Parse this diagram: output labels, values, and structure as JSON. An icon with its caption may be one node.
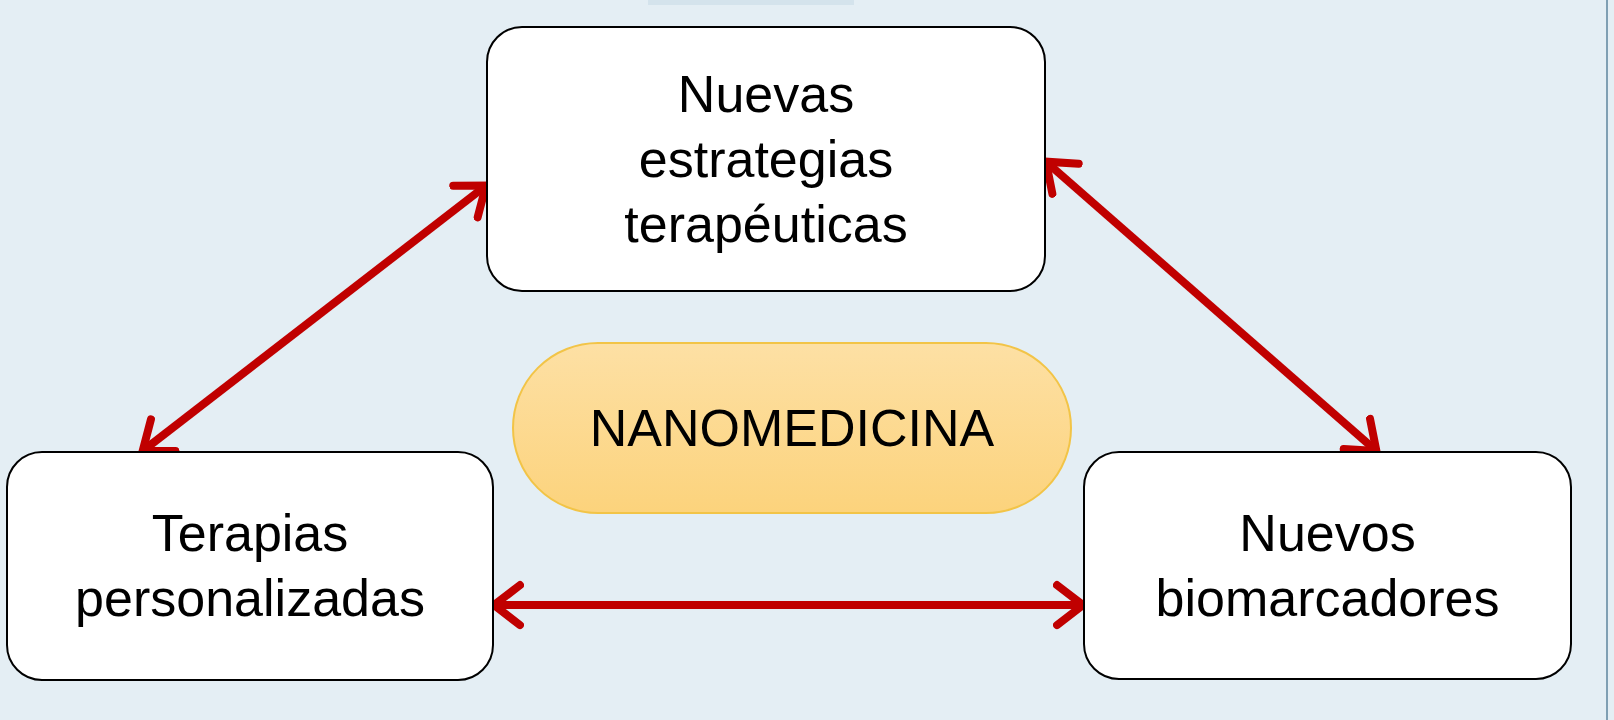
{
  "diagram": {
    "nodes": [
      {
        "text": [
          "Nuevas estrategias terapéuticas"
        ]
      },
      {
        "text": [
          "NANOMEDICINA"
        ]
      },
      {
        "text": [
          "Terapias personalizadas"
        ]
      },
      {
        "text": [
          "Nuevos biomarcadores"
        ]
      }
    ],
    "edges": [
      {
        "from": 2,
        "to": 0,
        "arrow": "both"
      },
      {
        "from": 0,
        "to": 3,
        "arrow": "both"
      },
      {
        "from": 2,
        "to": 3,
        "arrow": "both"
      }
    ]
  }
}
